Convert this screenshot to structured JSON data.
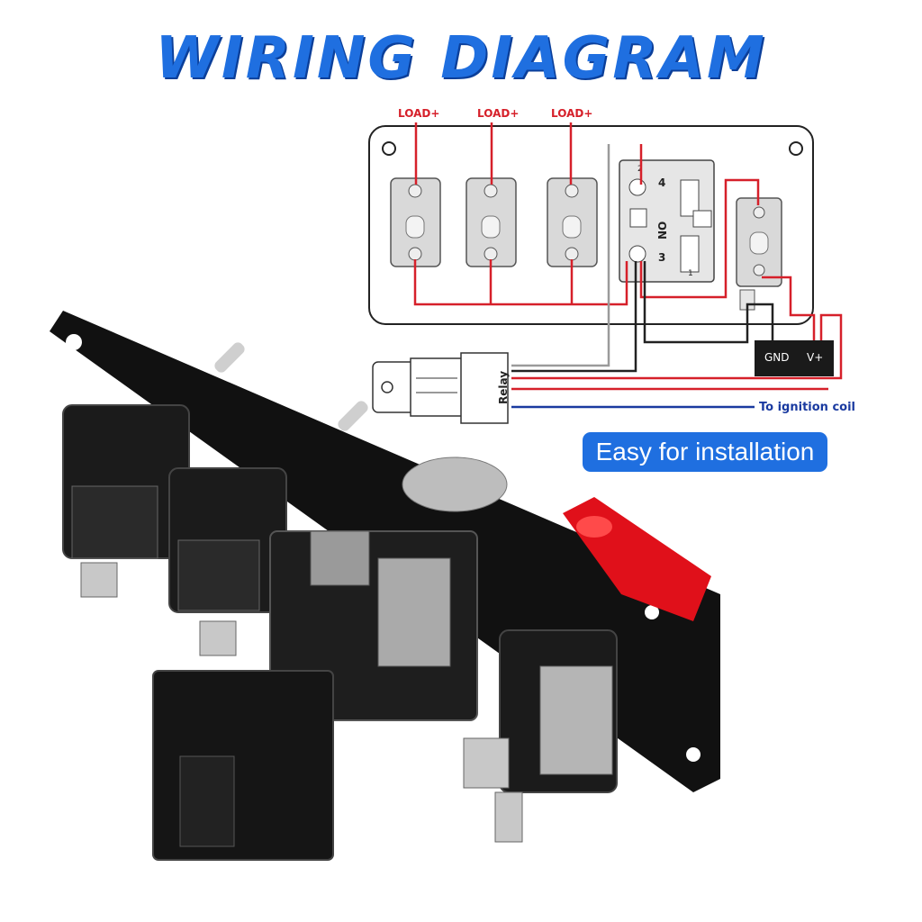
{
  "title": "WIRING DIAGRAM",
  "badge": "Easy for installation",
  "diagram": {
    "load_labels": [
      "LOAD+",
      "LOAD+",
      "LOAD+"
    ],
    "terminal_gnd": "GND",
    "terminal_vplus": "V+",
    "relay_label": "Relay",
    "ignition_label": "To ignition coil",
    "pin_4": "4",
    "pin_no": "NO",
    "pin_3": "3",
    "pin_2": "2",
    "pin_1": "1"
  },
  "colors": {
    "accent_blue": "#1f6fe0",
    "wire_red": "#d6202a",
    "wire_gray": "#9a9a9a",
    "wire_black": "#222222",
    "wire_blue": "#1a3aa0",
    "panel_black": "#111111",
    "cap_red": "#e0101a"
  }
}
